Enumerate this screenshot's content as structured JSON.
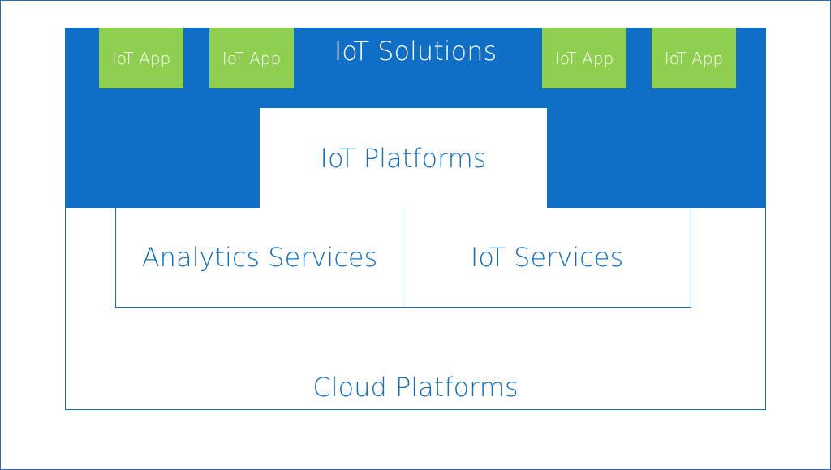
{
  "diagram": {
    "solutions": {
      "label": "IoT Solutions"
    },
    "apps": [
      {
        "label": "IoT App"
      },
      {
        "label": "IoT App"
      },
      {
        "label": "IoT App"
      },
      {
        "label": "IoT App"
      }
    ],
    "iot_platforms": {
      "label": "IoT Platforms"
    },
    "services": [
      {
        "label": "Analytics Services"
      },
      {
        "label": "IoT Services"
      }
    ],
    "cloud_platforms": {
      "label": "Cloud Platforms"
    }
  },
  "colors": {
    "primary_blue": "#0f6fc6",
    "app_green": "#8fcf4f",
    "background": "#ffffff"
  }
}
